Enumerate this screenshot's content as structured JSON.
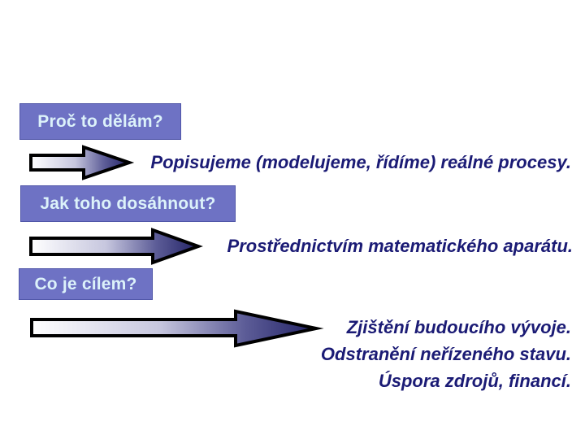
{
  "slide": {
    "qa_pairs": [
      {
        "question": "Proč to dělám?",
        "answer": "Popisujeme (modelujeme, řídíme) reálné procesy."
      },
      {
        "question": "Jak toho dosáhnout?",
        "answer": "Prostřednictvím matematického aparátu."
      },
      {
        "question": "Co je cílem?",
        "answer_lines": [
          "Zjištění budoucího vývoje.",
          "Odstranění neřízeného stavu.",
          "Úspora zdrojů, financí."
        ]
      }
    ],
    "colors": {
      "background": "#ffffff",
      "question_box_bg": "#6e72c4",
      "question_box_border": "#5056a8",
      "question_text": "#dcf2fa",
      "answer_text": "#1b1b75",
      "arrow_outline": "#000000",
      "arrow_gradient": {
        "s0": "#ffffff",
        "s1": "#c6c6de",
        "s2": "#5c5c97",
        "s3": "#232366"
      }
    }
  }
}
